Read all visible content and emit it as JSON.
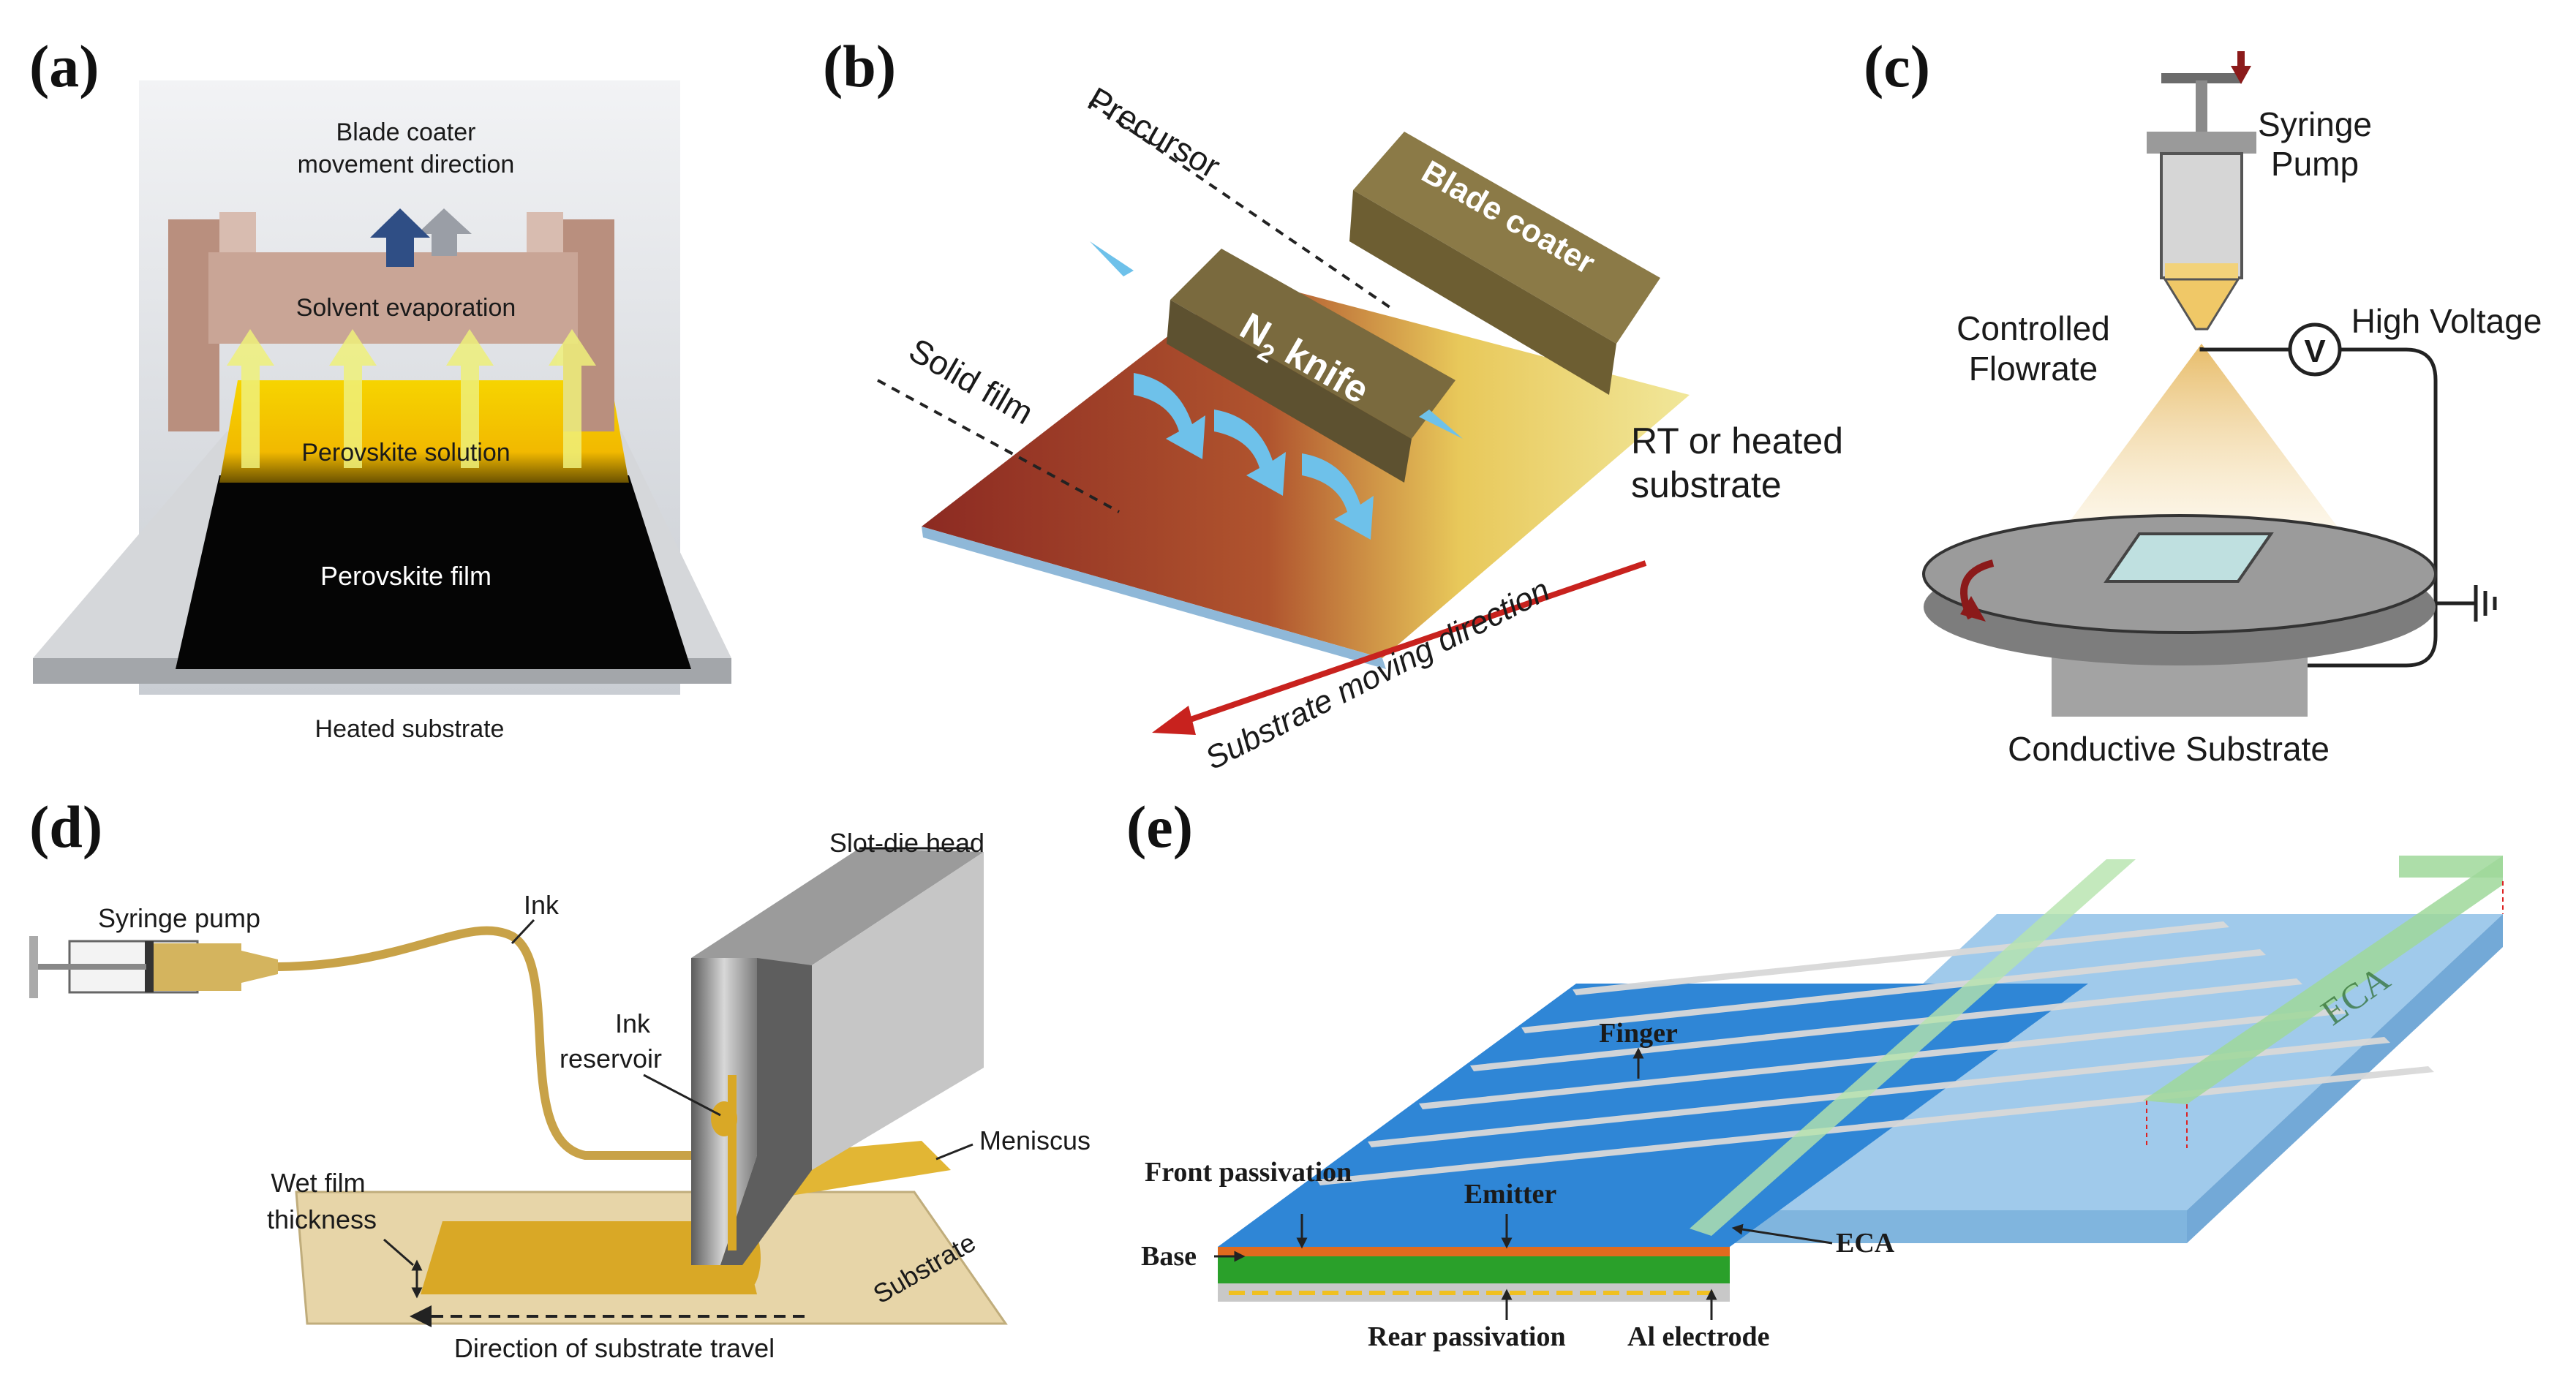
{
  "panels": {
    "a": {
      "label": "(a)",
      "blade_direction_line1": "Blade coater",
      "blade_direction_line2": "movement direction",
      "solvent": "Solvent evaporation",
      "solution": "Perovskite solution",
      "film": "Perovskite film",
      "substrate": "Heated substrate",
      "colors": {
        "blade": "#c19a89",
        "solution": "#f2c400",
        "film": "#050505",
        "arrow": "#2f4e85"
      }
    },
    "b": {
      "label": "(b)",
      "precursor": "Precursor",
      "blade": "Blade coater",
      "knife_prefix": "N",
      "knife_sub": "2",
      "knife_suffix": " knife",
      "solid_film": "Solid film",
      "rt_line1": "RT or heated",
      "rt_line2": "substrate",
      "moving": "Substrate moving direction",
      "colors": {
        "film": "#8c2a22",
        "knife": "#7a6a3e",
        "precursor": "#efe07a",
        "arrow": "#c8221e"
      }
    },
    "c": {
      "label": "(c)",
      "syringe_line1": "Syringe",
      "syringe_line2": "Pump",
      "flow_line1": "Controlled",
      "flow_line2": "Flowrate",
      "voltage": "High Voltage",
      "v_symbol": "V",
      "substrate": "Conductive Substrate",
      "colors": {
        "arrow": "#8b1a1a",
        "stage": "#7d7d7d",
        "spray": "#e8c77a"
      }
    },
    "d": {
      "label": "(d)",
      "syringe": "Syringe pump",
      "ink": "Ink",
      "head": "Slot-die head",
      "reservoir_line1": "Ink",
      "reservoir_line2": "reservoir",
      "meniscus": "Meniscus",
      "wet_line1": "Wet film",
      "wet_line2": "thickness",
      "substrate": "Substrate",
      "direction": "Direction of substrate travel",
      "colors": {
        "ink": "#d9a826",
        "substrate": "#e7d5a8",
        "head": "#8d8d8d"
      }
    },
    "e": {
      "label": "(e)",
      "finger": "Finger",
      "front": "Front passivation",
      "emitter": "Emitter",
      "eca_tag": "ECA",
      "eca_strip": "ECA",
      "base": "Base",
      "rear": "Rear passivation",
      "al": "Al electrode",
      "colors": {
        "cell": "#2f86d6",
        "eca": "#9fd89a",
        "base": "#2aa02a",
        "emitter": "#e06b1e"
      }
    }
  }
}
